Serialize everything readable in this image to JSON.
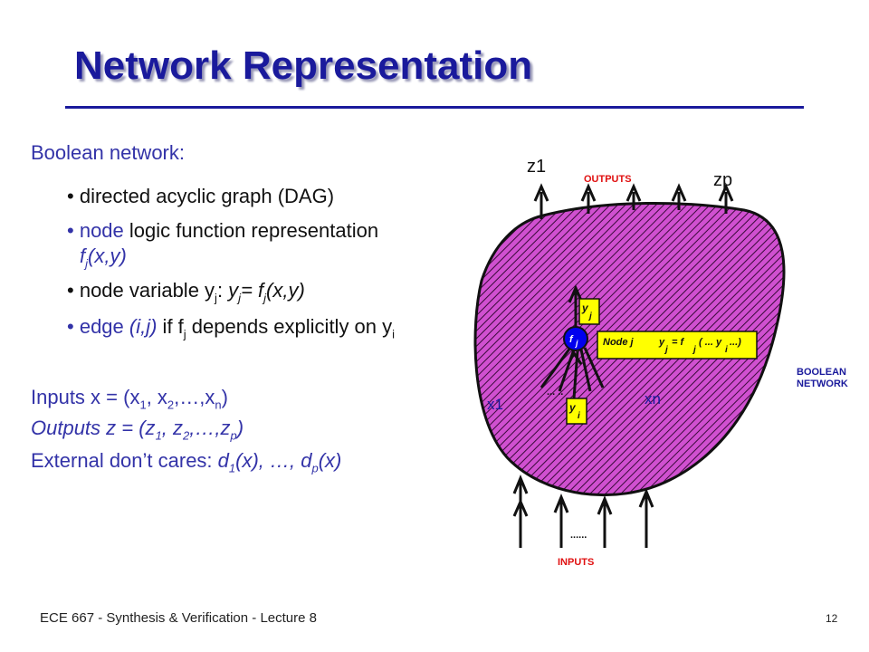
{
  "slide": {
    "title": "Network Representation",
    "heading": "Boolean network:",
    "bullets": {
      "b1": "directed acyclic graph (DAG)",
      "b2_a": "node",
      "b2_b": " logic function representation",
      "b2_c": "f",
      "b2_d": "j",
      "b2_e": "(x,y)",
      "b3_a": "node variable y",
      "b3_b": "j",
      "b3_c": ": ",
      "b3_d": "y",
      "b3_e": "j",
      "b3_f": "= f",
      "b3_g": "j",
      "b3_h": "(x,y)",
      "b4_a": "edge ",
      "b4_b": "(i,j)",
      "b4_c": " if f",
      "b4_d": "j",
      "b4_e": " depends explicitly on y",
      "b4_f": "i"
    },
    "inputs": {
      "a": "Inputs x = (x",
      "s1": "1",
      "b": ", x",
      "s2": "2",
      "c": ",…,x",
      "sn": "n",
      "d": ")"
    },
    "outputs": {
      "a": "Outputs z = (z",
      "s1": "1",
      "b": ", z",
      "s2": "2",
      "c": ",…,z",
      "sp": "p",
      "d": ")"
    },
    "edc": {
      "a": "External don’t cares:  ",
      "b": "d",
      "s1": "1",
      "c": "(x), …, d",
      "sp": "p",
      "d": "(x)"
    },
    "footer": "ECE 667 - Synthesis & Verification - Lecture 8",
    "page_number": "12"
  },
  "diagram": {
    "z1": "z1",
    "zp": "zp",
    "outputs": "OUTPUTS",
    "dots_top": ".....",
    "boolean": "BOOLEAN",
    "network": "NETWORK",
    "x1": "x1",
    "xn": "xn",
    "dots_bottom": "......",
    "inputs_label": "INPUTS",
    "node_f": "f",
    "node_j": "j",
    "yj_y": "y",
    "yj_j": "j",
    "yi_y": "y",
    "yi_i": "i",
    "node_label": "Node j",
    "eq_y": "y",
    "eq_j1": "j",
    "eq_eq": "=  f",
    "eq_j2": "j",
    "eq_args": "( ... y",
    "eq_i": "i",
    "eq_end": " ...)",
    "fanin_dots": "...   ..",
    "colors": {
      "blob": "#d050d0",
      "hatch": "#3a0a3a",
      "yellow": "#ffff00",
      "node": "#0000ee",
      "red": "#e01010",
      "blue": "#1a1a9c"
    }
  }
}
